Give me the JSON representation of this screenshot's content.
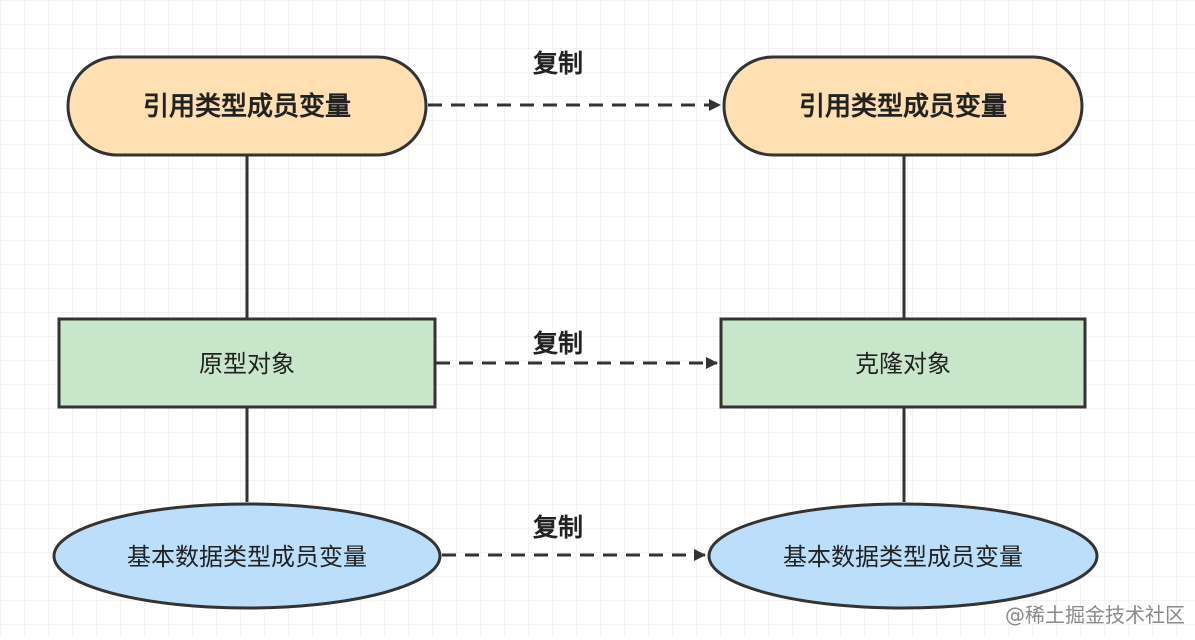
{
  "diagram": {
    "left": {
      "top": "引用类型成员变量",
      "middle": "原型对象",
      "bottom": "基本数据类型成员变量"
    },
    "right": {
      "top": "引用类型成员变量",
      "middle": "克隆对象",
      "bottom": "基本数据类型成员变量"
    },
    "copy_labels": {
      "top": "复制",
      "middle": "复制",
      "bottom": "复制"
    },
    "colors": {
      "top_fill": "#FFE0B2",
      "middle_fill": "#C8E6C9",
      "bottom_fill": "#BBDEFB",
      "stroke": "#333333",
      "grid": "#e9e9e9"
    }
  },
  "watermark": "@稀土掘金技术社区"
}
